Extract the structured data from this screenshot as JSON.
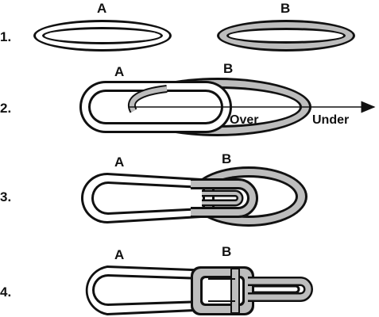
{
  "steps": [
    {
      "number": "1.",
      "label_a": "A",
      "label_b": "B"
    },
    {
      "number": "2.",
      "label_a": "A",
      "label_b": "B",
      "over": "Over",
      "under": "Under"
    },
    {
      "number": "3.",
      "label_a": "A",
      "label_b": "B"
    },
    {
      "number": "4.",
      "label_a": "A",
      "label_b": "B"
    }
  ],
  "colors": {
    "ring_a": "#ffffff",
    "ring_b": "#bdbdbd",
    "outline": "#111111"
  }
}
